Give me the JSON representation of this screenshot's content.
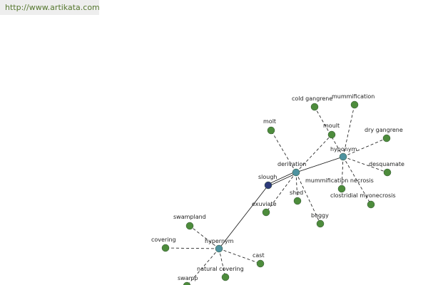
{
  "source_link": "http://www.artikata.com",
  "colors": {
    "leaf": "#4d8c3c",
    "hub": "#4f93a0",
    "center": "#2c3a7a",
    "edge": "#111111"
  },
  "nodes": [
    {
      "id": "slough",
      "label": "slough",
      "kind": "center"
    },
    {
      "id": "derivation",
      "label": "derivation",
      "kind": "hub"
    },
    {
      "id": "hyponym",
      "label": "hyponym",
      "kind": "hub"
    },
    {
      "id": "hypernym",
      "label": "hypernym",
      "kind": "hub"
    },
    {
      "id": "molt",
      "label": "molt",
      "kind": "leaf"
    },
    {
      "id": "moult",
      "label": "moult",
      "kind": "leaf"
    },
    {
      "id": "shed",
      "label": "shed",
      "kind": "leaf"
    },
    {
      "id": "exuviate",
      "label": "exuviate",
      "kind": "leaf"
    },
    {
      "id": "boggy",
      "label": "boggy",
      "kind": "leaf"
    },
    {
      "id": "mummification-necrosis",
      "label": "mummification necrosis",
      "kind": "leaf"
    },
    {
      "id": "cold-gangrene",
      "label": "cold gangrene",
      "kind": "leaf"
    },
    {
      "id": "mummification",
      "label": "mummification",
      "kind": "leaf"
    },
    {
      "id": "dry-gangrene",
      "label": "dry gangrene",
      "kind": "leaf"
    },
    {
      "id": "desquamate",
      "label": "desquamate",
      "kind": "leaf"
    },
    {
      "id": "clostridial-myonecrosis",
      "label": "clostridial myonecrosis",
      "kind": "leaf"
    },
    {
      "id": "swampland",
      "label": "swampland",
      "kind": "leaf"
    },
    {
      "id": "covering",
      "label": "covering",
      "kind": "leaf"
    },
    {
      "id": "cast",
      "label": "cast",
      "kind": "leaf"
    },
    {
      "id": "natural-covering",
      "label": "natural covering",
      "kind": "leaf"
    },
    {
      "id": "swamp",
      "label": "swamp",
      "kind": "leaf"
    }
  ],
  "edges": [
    {
      "from": "slough",
      "to": "derivation",
      "style": "double"
    },
    {
      "from": "derivation",
      "to": "hyponym",
      "style": "solid"
    },
    {
      "from": "slough",
      "to": "hypernym",
      "style": "solid"
    },
    {
      "from": "derivation",
      "to": "molt",
      "style": "dashed"
    },
    {
      "from": "derivation",
      "to": "moult",
      "style": "dashed"
    },
    {
      "from": "derivation",
      "to": "shed",
      "style": "dashed"
    },
    {
      "from": "derivation",
      "to": "exuviate",
      "style": "dashed"
    },
    {
      "from": "derivation",
      "to": "boggy",
      "style": "dashed"
    },
    {
      "from": "hyponym",
      "to": "mummification-necrosis",
      "style": "dashed"
    },
    {
      "from": "hyponym",
      "to": "cold-gangrene",
      "style": "dashed"
    },
    {
      "from": "hyponym",
      "to": "mummification",
      "style": "dashed"
    },
    {
      "from": "hyponym",
      "to": "dry-gangrene",
      "style": "dashed"
    },
    {
      "from": "hyponym",
      "to": "desquamate",
      "style": "dashed"
    },
    {
      "from": "hyponym",
      "to": "clostridial-myonecrosis",
      "style": "dashed"
    },
    {
      "from": "hypernym",
      "to": "swampland",
      "style": "dashed"
    },
    {
      "from": "hypernym",
      "to": "covering",
      "style": "dashed"
    },
    {
      "from": "hypernym",
      "to": "cast",
      "style": "dashed"
    },
    {
      "from": "hypernym",
      "to": "natural-covering",
      "style": "dashed"
    },
    {
      "from": "hypernym",
      "to": "swamp",
      "style": "dashed"
    }
  ]
}
